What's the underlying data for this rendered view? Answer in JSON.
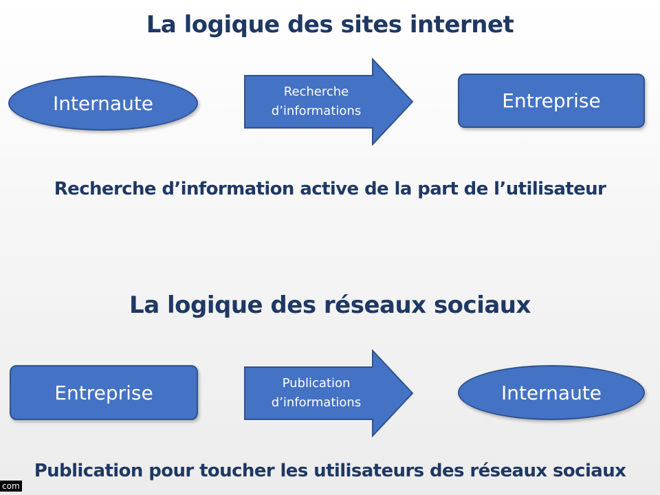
{
  "section_1": {
    "title": "La logique des sites internet",
    "left_node": "Internaute",
    "arrow_line_1": "Recherche",
    "arrow_line_2": "d’informations",
    "right_node": "Entreprise",
    "caption": "Recherche d’information active de la part de l’utilisateur"
  },
  "section_2": {
    "title": "La logique des réseaux sociaux",
    "left_node": "Entreprise",
    "arrow_line_1": "Publication",
    "arrow_line_2": "d’informations",
    "right_node": "Internaute",
    "caption": "Publication pour toucher les utilisateurs des réseaux sociaux"
  },
  "watermark": "com",
  "colors": {
    "shape_fill": "#4472c4",
    "shape_border": "#2f528f",
    "text_dark_blue": "#1f3864",
    "shape_text": "#ffffff"
  }
}
